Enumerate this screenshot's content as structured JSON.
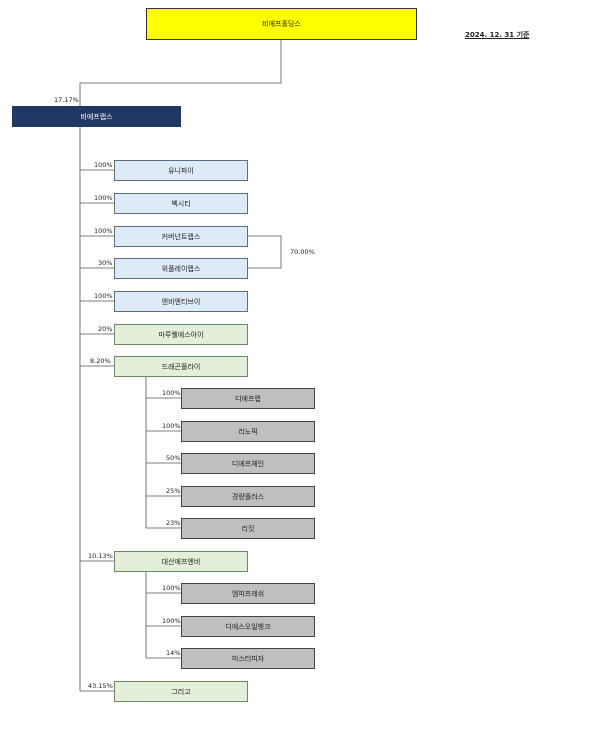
{
  "date_label": "2024. 12. 31 기준",
  "top": {
    "name": "비에프홀딩스"
  },
  "parent": {
    "name": "비에프랩스",
    "share": "17.17%"
  },
  "subsidiaries": [
    {
      "name": "유니파이",
      "share": "100%",
      "color": "#deeaf6"
    },
    {
      "name": "벡시티",
      "share": "100%",
      "color": "#deeaf6"
    },
    {
      "name": "커버넌트랩스",
      "share": "100%",
      "color": "#deeaf6"
    },
    {
      "name": "위플레이랩스",
      "share": "30%",
      "color": "#deeaf6"
    },
    {
      "name": "엔비엔티브이",
      "share": "100%",
      "color": "#deeaf6"
    },
    {
      "name": "마루웰에스아이",
      "share": "20%",
      "color": "#e2efda"
    },
    {
      "name": "드래곤플라이",
      "share": "8.20%",
      "color": "#e2efda"
    },
    {
      "name": "대산에프엔비",
      "share": "10.13%",
      "color": "#e2efda"
    },
    {
      "name": "그리고",
      "share": "43.15%",
      "color": "#e2efda"
    }
  ],
  "combined_share": "70.00%",
  "dragonfly_children": [
    {
      "name": "디에프랩",
      "share": "100%"
    },
    {
      "name": "리노픽",
      "share": "100%"
    },
    {
      "name": "디에프체인",
      "share": "50%"
    },
    {
      "name": "경량플러스",
      "share": "25%"
    },
    {
      "name": "리킷",
      "share": "23%"
    }
  ],
  "daesan_children": [
    {
      "name": "엠피프레쉬",
      "share": "100%"
    },
    {
      "name": "디에스오일뱅크",
      "share": "100%"
    },
    {
      "name": "미스터피자",
      "share": "14%"
    }
  ]
}
